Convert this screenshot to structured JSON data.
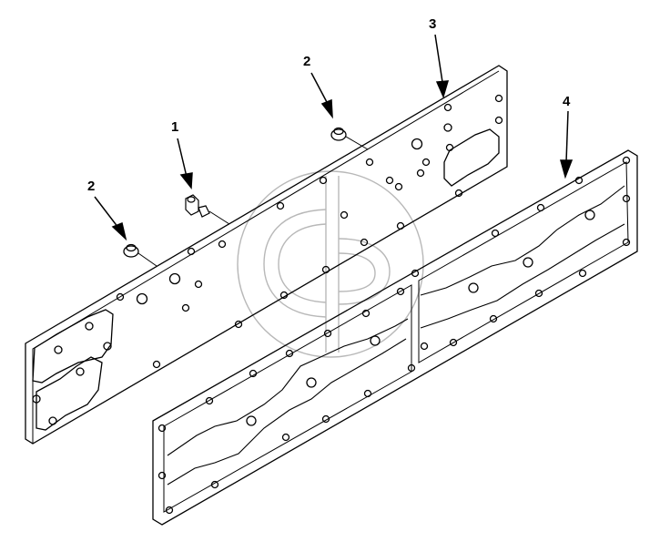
{
  "callouts": {
    "c1": "1",
    "c2a": "2",
    "c2b": "2",
    "c3": "3",
    "c4": "4"
  },
  "parts": [
    {
      "callout": "1",
      "item": "fitting"
    },
    {
      "callout": "2",
      "item": "plug"
    },
    {
      "callout": "3",
      "item": "plate"
    },
    {
      "callout": "4",
      "item": "gasket"
    }
  ],
  "watermark": {
    "color": "#b8b8b8",
    "icon": "cp-logo-watermark"
  },
  "line_color": "#000000"
}
